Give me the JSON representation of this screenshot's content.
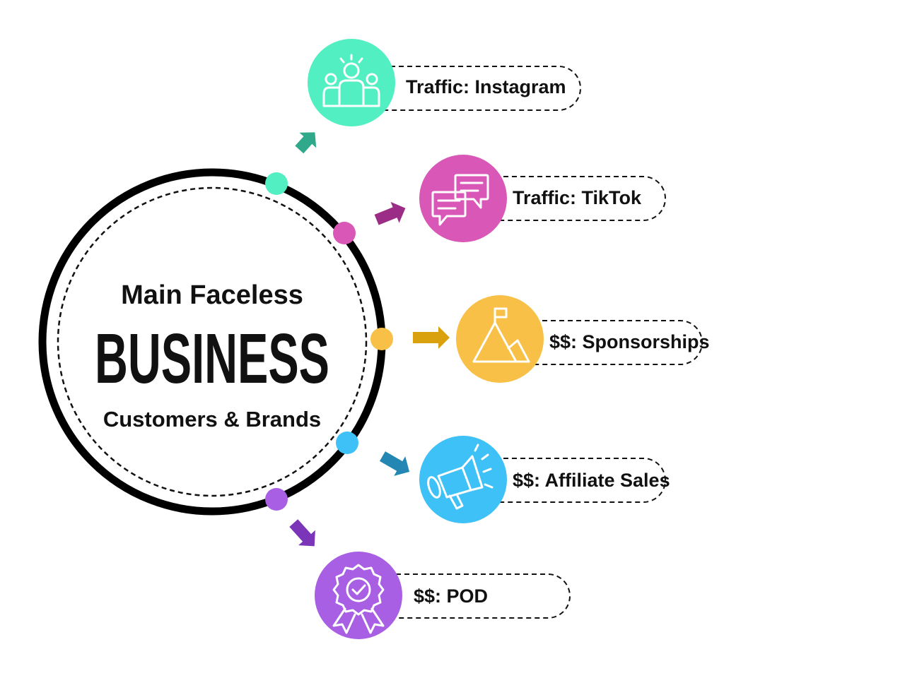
{
  "center": {
    "title": "Main Faceless",
    "main": "BUSINESS",
    "subtitle": "Customers & Brands"
  },
  "items": [
    {
      "label": "Traffic: Instagram",
      "color": "#52efc2",
      "accent": "#2fa98a",
      "icon": "people-icon"
    },
    {
      "label": "Traffic: TikTok",
      "color": "#d957b6",
      "accent": "#9b2d86",
      "icon": "chat-bubbles-icon"
    },
    {
      "label": "$$: Sponsorships",
      "color": "#f8c046",
      "accent": "#d9a10e",
      "icon": "mountain-flag-icon"
    },
    {
      "label": "$$: Affiliate Sales",
      "color": "#3ec1f7",
      "accent": "#2386b3",
      "icon": "megaphone-icon"
    },
    {
      "label": "$$: POD",
      "color": "#a95fe3",
      "accent": "#7a35b8",
      "icon": "award-badge-icon"
    }
  ]
}
